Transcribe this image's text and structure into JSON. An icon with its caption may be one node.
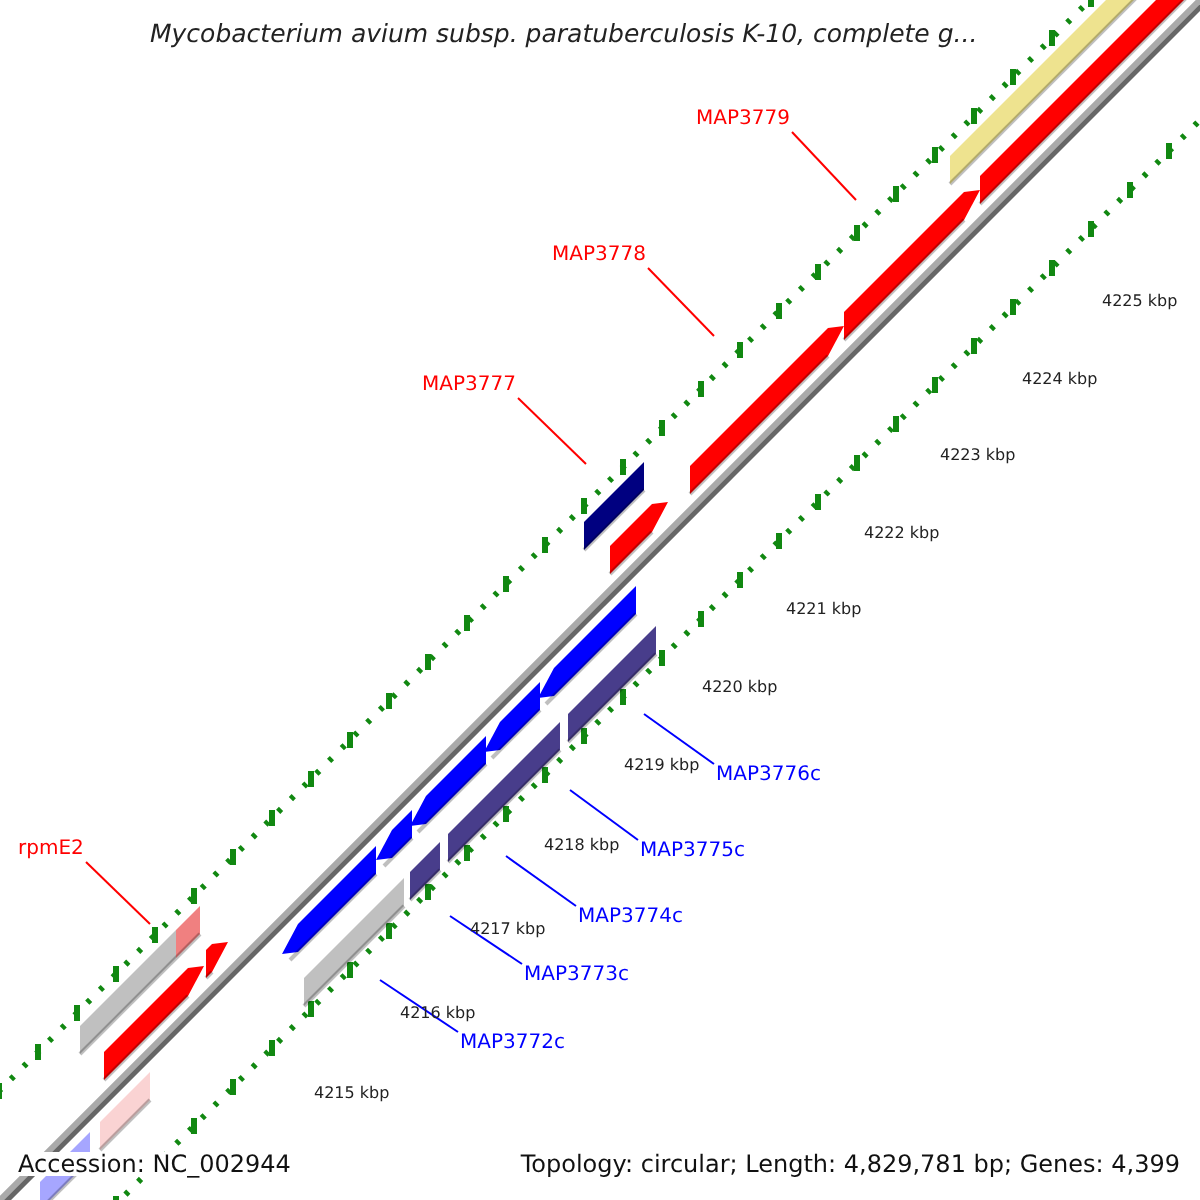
{
  "diagram": {
    "title": "Mycobacterium avium subsp. paratuberculosis K-10, complete g...",
    "nodes": [
      {
        "text": [
          "MAP3779"
        ]
      },
      {
        "text": [
          "MAP3778"
        ]
      },
      {
        "text": [
          "MAP3777"
        ]
      },
      {
        "text": [
          "rpmE2"
        ]
      },
      {
        "text": [
          "MAP3776c"
        ]
      },
      {
        "text": [
          "MAP3775c"
        ]
      },
      {
        "text": [
          "MAP3774c"
        ]
      },
      {
        "text": [
          "MAP3773c"
        ]
      },
      {
        "text": [
          "MAP3772c"
        ]
      }
    ],
    "edges": [
      {
        "from": 0,
        "to": null,
        "arrow": "none",
        "color": "#ff0000"
      },
      {
        "from": 1,
        "to": null,
        "arrow": "none",
        "color": "#ff0000"
      },
      {
        "from": 2,
        "to": null,
        "arrow": "none",
        "color": "#ff0000"
      },
      {
        "from": 3,
        "to": null,
        "arrow": "none",
        "color": "#ff0000"
      },
      {
        "from": 4,
        "to": null,
        "arrow": "none",
        "color": "#0000ff"
      },
      {
        "from": 5,
        "to": null,
        "arrow": "none",
        "color": "#0000ff"
      },
      {
        "from": 6,
        "to": null,
        "arrow": "none",
        "color": "#0000ff"
      },
      {
        "from": 7,
        "to": null,
        "arrow": "none",
        "color": "#0000ff"
      },
      {
        "from": 8,
        "to": null,
        "arrow": "none",
        "color": "#0000ff"
      }
    ],
    "labels": [
      "4225 kbp",
      "4224 kbp",
      "4223 kbp",
      "4222 kbp",
      "4221 kbp",
      "4220 kbp",
      "4219 kbp",
      "4218 kbp",
      "4217 kbp",
      "4216 kbp",
      "4215 kbp",
      "Accession: NC_002944",
      "Topology: circular; Length: 4,829,781 bp; Genes: 4,399"
    ]
  }
}
